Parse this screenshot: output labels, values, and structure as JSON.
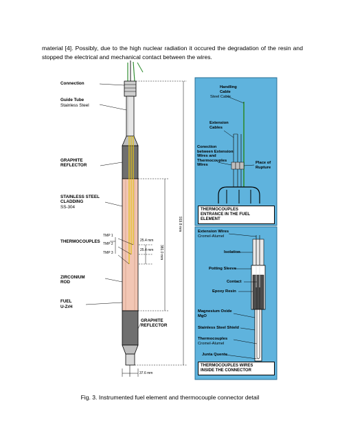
{
  "body_text": "material [4]. Possibly, due to the high nuclear radiation it occured the degradation of the resin and stopped the electrical and mechanical contact between the wires.",
  "caption": "Fig. 3.  Instrumented fuel element and thermocouple connector detail",
  "left": {
    "connection": "Connection",
    "guide_tube": "Guide Tube",
    "guide_tube_mat": "Stainless Steel",
    "graphite_reflector_top": "GRAPHITE\nREFLECTOR",
    "cladding": "STAINLESS STEEL\nCLADDING",
    "cladding_mat": "SS-304",
    "thermocouples": "THERMOCOUPLES",
    "tmp1": "TMP 1",
    "tmp2": "TMP 2",
    "tmp3": "TMP 3",
    "dim_25_4_a": "25.4 mm",
    "dim_25_4_b": "25.4 mm",
    "dim_381": "381.0 mm",
    "dim_919": "919.8 mm",
    "dim_37": "37.6 mm",
    "zirconium": "ZIRCONIUM\nROD",
    "fuel": "FUEL",
    "fuel_mat": "U-ZrH",
    "graphite_reflector_bottom": "GRAPHITE\nREFLECTOR"
  },
  "right_top": {
    "handling_cable": "Handling\nCable",
    "handling_cable_mat": "Steel Cable",
    "extension_cables": "Extension\nCables",
    "connection_between": "Conection\nbetween Extension\nWires and\nThermocouples\nWires",
    "place_of_rupture": "Place of\nRupture",
    "box": "THERMOCOUPLES\nENTRANCE IN THE FUEL\nELEMENT"
  },
  "right_bottom": {
    "extension_wires": "Extension Wires",
    "extension_wires_mat": "Cromel-Alumel",
    "isolation": "Isolation",
    "potting_sleeve": "Potting Sleeve",
    "contact": "Contact",
    "epoxy_resin": "Epoxy Resin",
    "magnesium_oxide": "Magnesium Oxide\nMgO",
    "ss_shield": "Stainless Steel Shield",
    "thermocouples": "Thermocouples",
    "thermocouples_mat": "Cromel-Alumel",
    "junta_quente": "Junta Quente",
    "box": "THERMOCOUPLES WIRES\nINSIDE THE CONNECTOR"
  },
  "colors": {
    "panel_blue": "#5fb3dd",
    "fuel_pink": "#f2c6b4",
    "graphite": "#6f6f6f",
    "wire_green": "#2e8b2e",
    "wire_yellow": "#e3c21a"
  }
}
